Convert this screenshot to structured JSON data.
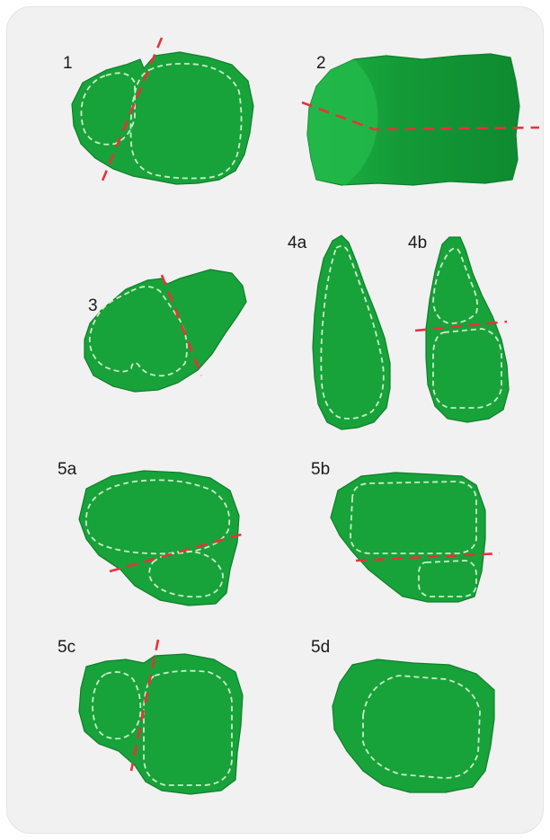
{
  "figures": [
    {
      "id": "1",
      "label": "1"
    },
    {
      "id": "2",
      "label": "2"
    },
    {
      "id": "3",
      "label": "3"
    },
    {
      "id": "4a",
      "label": "4a"
    },
    {
      "id": "4b",
      "label": "4b"
    },
    {
      "id": "5a",
      "label": "5a"
    },
    {
      "id": "5b",
      "label": "5b"
    },
    {
      "id": "5c",
      "label": "5c"
    },
    {
      "id": "5d",
      "label": "5d"
    }
  ],
  "colors": {
    "background": "#f1f1f1",
    "shape_fill": "#18a23a",
    "dashed_outline": "#c9f0c4",
    "cut_line": "#e8323a"
  }
}
